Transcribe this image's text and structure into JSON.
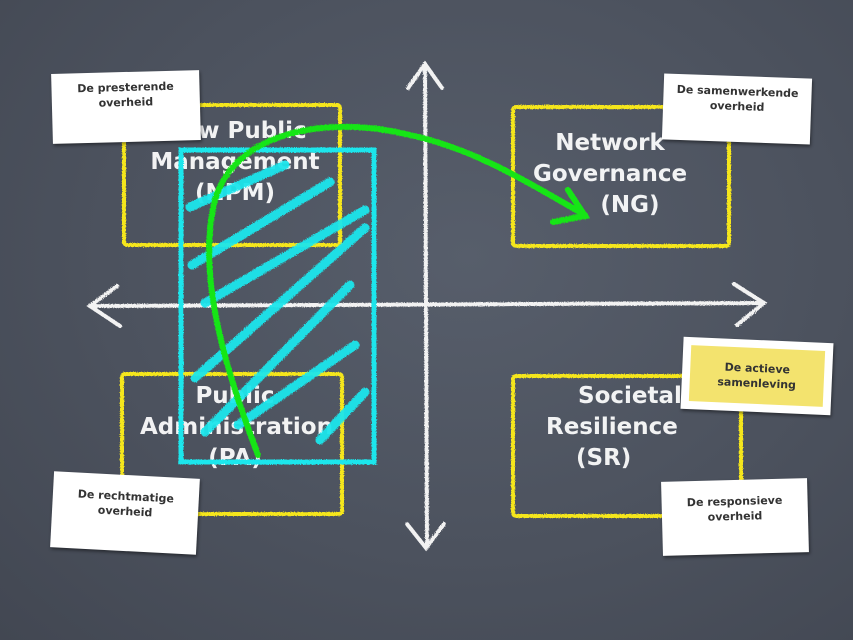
{
  "quadrants": {
    "top_left": {
      "lines": [
        "New Public",
        "Management",
        "(NPM)"
      ]
    },
    "top_right": {
      "lines": [
        "Network",
        "Governance",
        "(NG)"
      ]
    },
    "bottom_left": {
      "lines": [
        "Public",
        "Administration",
        "(PA)"
      ]
    },
    "bottom_right": {
      "lines": [
        "Societal",
        "Resilience",
        "(SR)"
      ]
    }
  },
  "notes": {
    "presterende": {
      "line1": "De presterende",
      "line2": "overheid"
    },
    "samenwerkende": {
      "line1": "De samenwerkende",
      "line2": "overheid"
    },
    "rechtmatige": {
      "line1": "De rechtmatige",
      "line2": "overheid"
    },
    "responsieve": {
      "line1": "De responsieve",
      "line2": "overheid"
    },
    "actieve": {
      "line1": "De actieve",
      "line2": "samenleving"
    }
  },
  "colors": {
    "board": "#4f5562",
    "quadrant_border": "#f5e61e",
    "highlight": "#1fe6ec",
    "arrow_green": "#17e515",
    "chalk": "#f2f2f2",
    "sticky_yellow": "#f3e36e"
  },
  "annotations": {
    "highlight_region": "NPM + PA (left column)",
    "transition_arrow": "from PA via NPM to NG"
  }
}
